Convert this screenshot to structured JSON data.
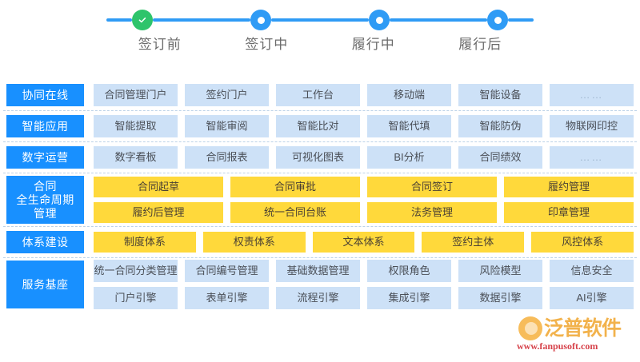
{
  "stepper": {
    "steps": [
      {
        "label": "签订前",
        "state": "done",
        "icon": "check-icon"
      },
      {
        "label": "签订中",
        "state": "pending",
        "icon": "ring-icon"
      },
      {
        "label": "履行中",
        "state": "pending",
        "icon": "ring-icon"
      },
      {
        "label": "履行后",
        "state": "pending",
        "icon": "ring-icon"
      }
    ],
    "done_color": "#2ec46b",
    "pending_color": "#2f9bf5",
    "line_color": "#2f9bf5"
  },
  "colors": {
    "label_blue": "#1890ff",
    "cell_blue": "#cde1f7",
    "cell_yellow": "#ffd93b",
    "divider": "#b8cfe6"
  },
  "rows": [
    {
      "label": "协同在线",
      "style": "blue",
      "lines": [
        [
          "合同管理门户",
          "签约门户",
          "工作台",
          "移动端",
          "智能设备",
          "……"
        ]
      ]
    },
    {
      "label": "智能应用",
      "style": "blue",
      "lines": [
        [
          "智能提取",
          "智能审阅",
          "智能比对",
          "智能代填",
          "智能防伪",
          "物联网印控"
        ]
      ]
    },
    {
      "label": "数字运营",
      "style": "blue",
      "lines": [
        [
          "数字看板",
          "合同报表",
          "可视化图表",
          "BI分析",
          "合同绩效",
          "……"
        ]
      ]
    },
    {
      "label": "合同\n全生命周期\n管理",
      "style": "yellow",
      "lines": [
        [
          "合同起草",
          "合同审批",
          "合同签订",
          "履约管理"
        ],
        [
          "履约后管理",
          "统一合同台账",
          "法务管理",
          "印章管理"
        ]
      ]
    },
    {
      "label": "体系建设",
      "style": "yellow",
      "lines": [
        [
          "制度体系",
          "权责体系",
          "文本体系",
          "签约主体",
          "风控体系"
        ]
      ]
    },
    {
      "label": "服务基座",
      "style": "blue",
      "lines": [
        [
          "统一合同分类管理",
          "合同编号管理",
          "基础数据管理",
          "权限角色",
          "风险模型",
          "信息安全"
        ],
        [
          "门户引擎",
          "表单引擎",
          "流程引擎",
          "集成引擎",
          "数据引擎",
          "AI引擎"
        ]
      ]
    }
  ],
  "watermark": {
    "brand": "泛普软件",
    "url": "www.fanpusoft.com"
  }
}
